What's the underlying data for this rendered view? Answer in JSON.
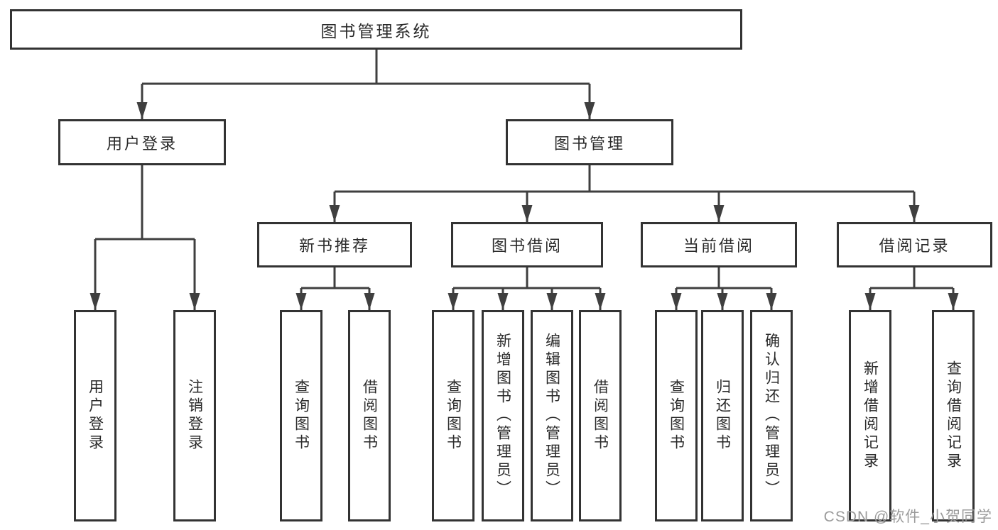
{
  "tree": {
    "root": {
      "label": "图书管理系统",
      "children": [
        {
          "label": "用户登录",
          "children": [
            {
              "label": "用户登录"
            },
            {
              "label": "注销登录"
            }
          ]
        },
        {
          "label": "图书管理",
          "children": [
            {
              "label": "新书推荐",
              "children": [
                {
                  "label": "查询图书"
                },
                {
                  "label": "借阅图书"
                }
              ]
            },
            {
              "label": "图书借阅",
              "children": [
                {
                  "label": "查询图书"
                },
                {
                  "label": "新增图书（管理员）"
                },
                {
                  "label": "编辑图书（管理员）"
                },
                {
                  "label": "借阅图书"
                }
              ]
            },
            {
              "label": "当前借阅",
              "children": [
                {
                  "label": "查询图书"
                },
                {
                  "label": "归还图书"
                },
                {
                  "label": "确认归还（管理员）"
                }
              ]
            },
            {
              "label": "借阅记录",
              "children": [
                {
                  "label": "新增借阅记录"
                },
                {
                  "label": "查询借阅记录"
                }
              ]
            }
          ]
        }
      ]
    }
  },
  "watermark": {
    "text": "CSDN @软件_小贺同学"
  },
  "colors": {
    "line": "#3f3f3f",
    "border": "#333333",
    "text": "#2a2a2a",
    "watermark": "#9b9b9b",
    "bg": "#ffffff"
  }
}
